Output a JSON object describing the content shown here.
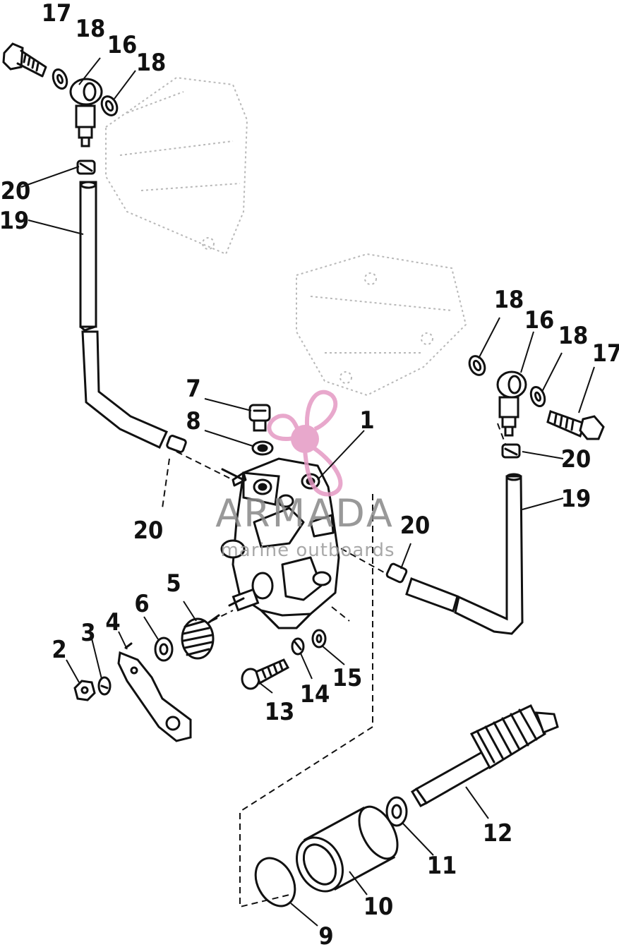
{
  "watermark": {
    "brand": "ARMADA",
    "tagline": "marine outboards",
    "logo_color": "#e59ac4",
    "text_color": "#8a8a8a"
  },
  "callouts": {
    "c1": "1",
    "c2": "2",
    "c3": "3",
    "c4": "4",
    "c5": "5",
    "c6": "6",
    "c7": "7",
    "c8": "8",
    "c9": "9",
    "c10": "10",
    "c11": "11",
    "c12": "12",
    "c13": "13",
    "c14": "14",
    "c15": "15",
    "c16_left": "16",
    "c16_right": "16",
    "c17_left": "17",
    "c17_right": "17",
    "c18_left_a": "18",
    "c18_left_b": "18",
    "c18_right_a": "18",
    "c18_right_b": "18",
    "c19_left": "19",
    "c19_right": "19",
    "c20_left_top": "20",
    "c20_left_mid": "20",
    "c20_center": "20",
    "c20_right": "20"
  }
}
